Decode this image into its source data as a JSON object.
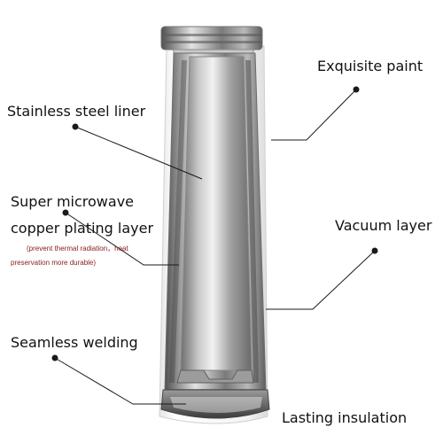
{
  "labels": {
    "exquisite_paint": "Exquisite paint",
    "stainless_liner": "Stainless steel liner",
    "copper_line1": "Super microwave",
    "copper_line2": "copper plating layer",
    "copper_note1": "(prevent thermal radiation，heat",
    "copper_note2": "preservation more durable)",
    "vacuum_layer": "Vacuum layer",
    "seamless_welding": "Seamless welding",
    "lasting_insulation": "Lasting insulation"
  },
  "colors": {
    "label_text": "#111111",
    "note_text": "#8b1a1a",
    "leader_line": "#1a1a1a",
    "outer_shell": "#f2f2f2",
    "steel_dark": "#5a5a5a",
    "steel_mid": "#a8a8a8",
    "steel_light": "#eeeeee"
  }
}
